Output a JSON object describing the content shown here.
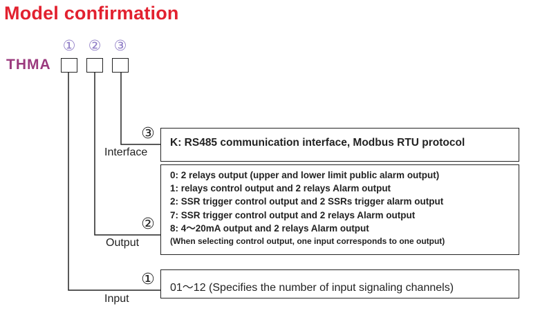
{
  "title": "Model confirmation",
  "model_prefix": "THMA",
  "top_markers": [
    "①",
    "②",
    "③"
  ],
  "fields": {
    "interface": {
      "marker": "③",
      "label": "Interface",
      "text": "K: RS485 communication interface, Modbus RTU protocol"
    },
    "output": {
      "marker": "②",
      "label": "Output",
      "options": [
        "0:  2 relays output (upper and lower limit public alarm output)",
        "1:  relays control output and 2 relays Alarm output",
        "2:  SSR  trigger  control output and 2 SSRs trigger alarm output",
        "7:  SSR  trigger  control output and 2 relays Alarm output",
        "8:  4～20mA output and 2 relays Alarm output"
      ],
      "note": "(When selecting control output, one input corresponds to one output)"
    },
    "input": {
      "marker": "①",
      "label": "Input",
      "text": "01～12 (Specifies the number of input signaling channels)"
    }
  },
  "colors": {
    "title": "#e2212f",
    "prefix": "#9b3a7e",
    "top_markers": "#8f7dc6",
    "lines": "#222222"
  }
}
